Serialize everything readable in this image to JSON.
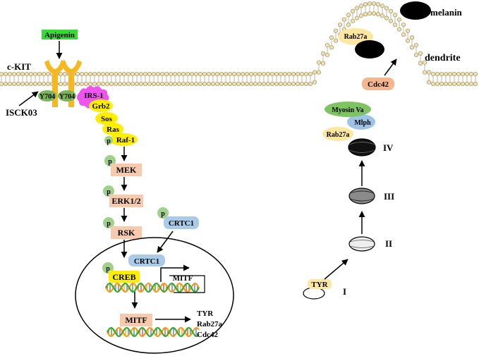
{
  "receptor": {
    "name": "c-KIT",
    "site_left": "Y704",
    "site_right": "Y704"
  },
  "drugs": {
    "activator": "Apigenin",
    "inhibitor": "ISCK03"
  },
  "cascade": {
    "irs": "IRS-1",
    "grb2": "Grb2",
    "sos": "Sos",
    "ras": "Ras",
    "raf": "Raf-1",
    "mek": "MEK",
    "erk": "ERK1/2",
    "rsk": "RSK",
    "crtc1": "CRTC1",
    "phospho": "p"
  },
  "nucleus": {
    "crtc1": "CRTC1",
    "creb": "CREB",
    "mitf_gene": "MITF",
    "mitf_protein": "MITF",
    "targets": [
      "TYR",
      "Rab27a",
      "Cdc42"
    ]
  },
  "melanosome": {
    "stages": [
      "I",
      "II",
      "III",
      "IV"
    ],
    "tyr": "TYR",
    "complex": {
      "myosin": "Myosin Va",
      "mlph": "Mlph",
      "rab27a": "Rab27a"
    }
  },
  "dendrite": {
    "label": "dendrite",
    "melanin": "melanin",
    "rab27a": "Rab27a",
    "cdc42": "Cdc42"
  },
  "colors": {
    "activator": "#33dd33",
    "receptor": "#f5b820",
    "site": "#7ab55c",
    "irs": "#ee55ee",
    "adaptor": "#ffee00",
    "kinase": "#f7c9ad",
    "phospho": "#9fd18a",
    "crtc": "#a9cbe8",
    "myosin": "#7fc462",
    "mlph": "#9dc3e6",
    "rab": "#fde7a0",
    "cdc42": "#f5b68f",
    "membrane_head": "#efe2b6",
    "membrane_outline": "#a08c5c"
  }
}
